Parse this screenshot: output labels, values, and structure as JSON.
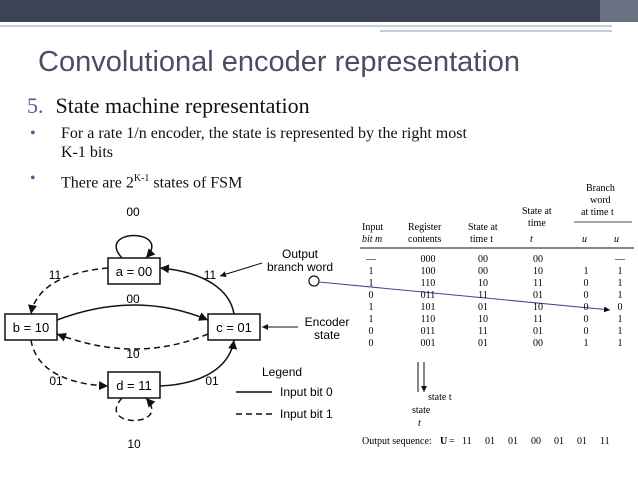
{
  "title": "Convolutional encoder representation",
  "item": {
    "marker": "5.",
    "label": "State machine representation"
  },
  "bullets": [
    {
      "dot": "•",
      "line1": "For a rate 1/n encoder, the state is represented by the right most",
      "line2": "K-1 bits"
    },
    {
      "dot": "•",
      "pre": "There are 2",
      "sup": "K-1",
      "post": " states of FSM"
    }
  ],
  "diagram": {
    "states": {
      "a": "a = 00",
      "b": "b = 10",
      "c": "c = 01",
      "d": "d = 11"
    },
    "branch_labels": {
      "loop_a": "00",
      "a_to_b": "11",
      "c_to_a": "11",
      "b_to_c_top": "00",
      "c_to_b": "10",
      "b_to_d": "01",
      "d_to_c": "01",
      "loop_d": "10"
    },
    "annotations": {
      "output": "Output",
      "branch_word": "branch word",
      "encoder": "Encoder",
      "state": "state"
    },
    "legend": {
      "title": "Legend",
      "solid": "Input bit 0",
      "dashed": "Input bit 1"
    }
  },
  "table": {
    "headers": {
      "input": [
        "Input",
        "bit m"
      ],
      "register": [
        "Register",
        "contents"
      ],
      "state_at": [
        "State at",
        "time t"
      ],
      "state_next": [
        "State at",
        "time",
        "t"
      ],
      "branch": [
        "Branch",
        "word",
        "at time t"
      ],
      "u1": "u",
      "u2": "u"
    },
    "rows": [
      [
        "—",
        "000",
        "00",
        "00",
        "",
        "—"
      ],
      [
        "1",
        "100",
        "00",
        "10",
        "1",
        "1"
      ],
      [
        "1",
        "110",
        "10",
        "11",
        "0",
        "1"
      ],
      [
        "0",
        "011",
        "11",
        "01",
        "0",
        "1"
      ],
      [
        "1",
        "101",
        "01",
        "10",
        "0",
        "0"
      ],
      [
        "1",
        "110",
        "10",
        "11",
        "0",
        "1"
      ],
      [
        "0",
        "011",
        "11",
        "01",
        "0",
        "1"
      ],
      [
        "0",
        "001",
        "01",
        "00",
        "1",
        "1"
      ]
    ],
    "state_note": [
      "state t",
      "state",
      "t"
    ],
    "output_sequence": {
      "label": "Output sequence:",
      "var": "U",
      "eq": "=",
      "values": [
        "11",
        "01",
        "01",
        "00",
        "01",
        "01",
        "11"
      ]
    }
  }
}
